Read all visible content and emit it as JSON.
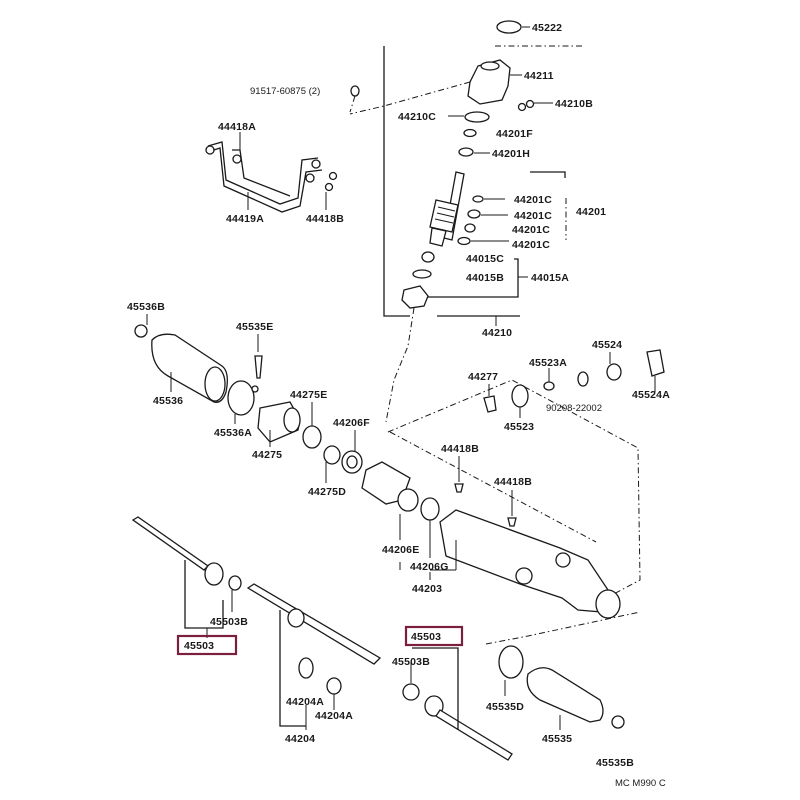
{
  "diagram": {
    "title": "Steering Gear Box / Rack and Pinion Exploded View",
    "highlight_color": "#7a1f3d",
    "footer_code": "MC M990 C",
    "labels": {
      "p45222": "45222",
      "p44211": "44211",
      "p91517": "91517-60875 (2)",
      "p44210C": "44210C",
      "p44210B": "44210B",
      "p44201F": "44201F",
      "p44201H": "44201H",
      "p44201C_1": "44201C",
      "p44201C_2": "44201C",
      "p44201C_3": "44201C",
      "p44201C_4": "44201C",
      "p44201": "44201",
      "p44015C": "44015C",
      "p44015B": "44015B",
      "p44015A": "44015A",
      "p44210": "44210",
      "p44418A": "44418A",
      "p44419A": "44419A",
      "p44418B_top": "44418B",
      "p45536B": "45536B",
      "p45535E": "45535E",
      "p45536": "45536",
      "p45536A": "45536A",
      "p44275E": "44275E",
      "p44275": "44275",
      "p44206F": "44206F",
      "p44275D": "44275D",
      "p44277": "44277",
      "p45523A": "45523A",
      "p45523": "45523",
      "p45524": "45524",
      "p45524A": "45524A",
      "p90208": "90208-22002",
      "p44418B_mid": "44418B",
      "p44418B_right": "44418B",
      "p44206E": "44206E",
      "p44206G": "44206G",
      "p44203": "44203",
      "p45503B_left": "45503B",
      "p45503_left": "45503",
      "p44204A_1": "44204A",
      "p44204A_2": "44204A",
      "p44204": "44204",
      "p45503_right": "45503",
      "p45503B_right": "45503B",
      "p45535D": "45535D",
      "p45535_boot": "45535",
      "p45535B": "45535B"
    }
  }
}
